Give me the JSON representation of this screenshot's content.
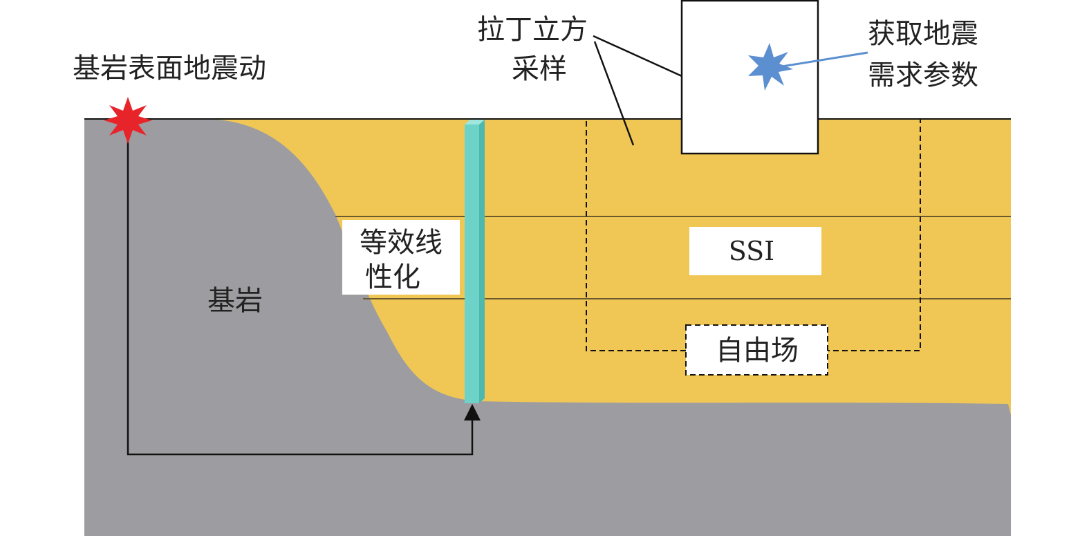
{
  "labels": {
    "bedrock_motion": "基岩表面地震动",
    "latin_line1": "拉丁立方",
    "latin_line2": "采样",
    "demand_line1": "获取地震",
    "demand_line2": "需求参数",
    "equiv_line1": "等效线",
    "equiv_line2": "性化",
    "bedrock": "基岩",
    "ssi": "SSI",
    "free_field": "自由场"
  },
  "colors": {
    "soil": "#F0C755",
    "bedrock": "#9D9DA1",
    "pillar": "#6DD3C9",
    "red_star": "#E8242B",
    "blue_star": "#5B8FD0",
    "layer_line": "#6B5A2E"
  }
}
